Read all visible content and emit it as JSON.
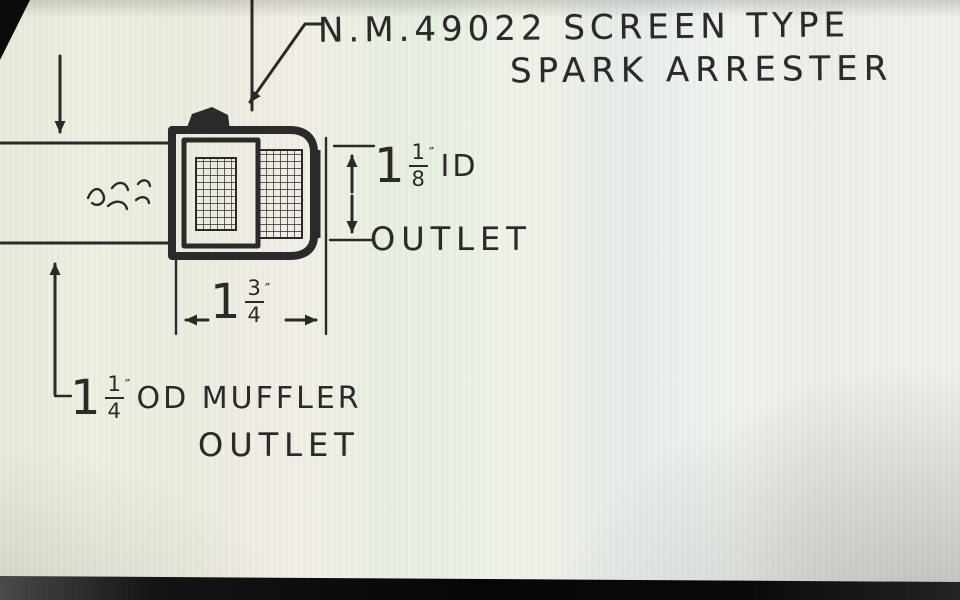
{
  "colors": {
    "ink": "#2a2a2a",
    "bezel": "#0b0b0b"
  },
  "labels": {
    "part_title_line1": "N.M.49022 SCREEN TYPE",
    "part_title_line2": "SPARK ARRESTER",
    "outlet_id": {
      "whole": "1",
      "numerator": "1",
      "denominator": "8",
      "unit_mark": "″",
      "suffix": "ID",
      "line2": "OUTLET"
    },
    "arrester_width": {
      "whole": "1",
      "numerator": "3",
      "denominator": "4",
      "unit_mark": "″"
    },
    "muffler_od": {
      "whole": "1",
      "numerator": "1",
      "denominator": "4",
      "unit_mark": "″",
      "suffix": "OD MUFFLER",
      "line2": "OUTLET"
    }
  }
}
